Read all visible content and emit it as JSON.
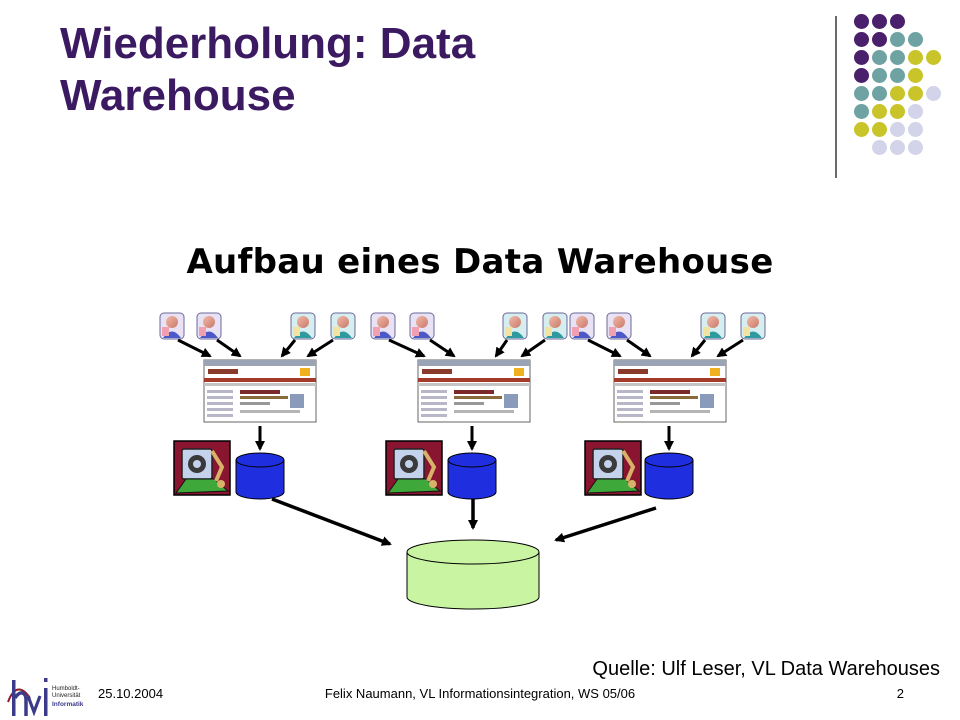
{
  "slide": {
    "title_line1": "Wiederholung: Data",
    "title_line2": "Warehouse",
    "subtitle": "Aufbau eines Data Warehouse",
    "source": "Quelle: Ulf Leser, VL Data Warehouses",
    "footer_date": "25.10.2004",
    "footer_center": "Felix Naumann,  VL Informationsintegration, WS 05/06",
    "page_number": "2"
  },
  "logo": {
    "line1": "Humboldt-",
    "line2": "Universität",
    "line3": "Informatik"
  },
  "colors": {
    "title": "#3b1a62",
    "purple_dot": "#4a1f6b",
    "teal_dot": "#6fa3a3",
    "yellow_dot": "#c8c42a",
    "lavender_dot": "#d3d3ea",
    "db_blue": "#1f2fe0",
    "warehouse_green": "#c9f5a3"
  },
  "diagram": {
    "source_groups": 3,
    "icons": [
      "user-icon",
      "website-screenshot-icon",
      "wrapper-tool-icon",
      "source-database-icon",
      "warehouse-database-icon"
    ]
  }
}
